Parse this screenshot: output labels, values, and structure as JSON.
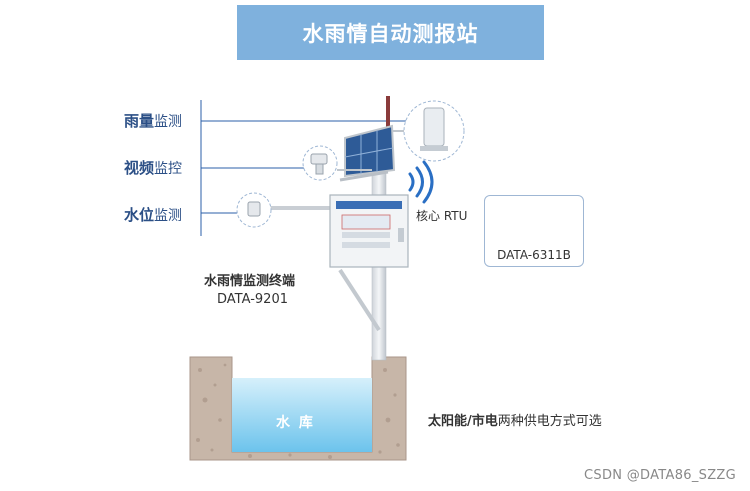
{
  "title": "水雨情自动测报站",
  "labels": {
    "rain": {
      "strong": "雨量",
      "rest": "监测"
    },
    "video": {
      "strong": "视频",
      "rest": "监控"
    },
    "water": {
      "strong": "水位",
      "rest": "监测"
    }
  },
  "rtu": {
    "caption": "核心 RTU",
    "model": "DATA-6311B"
  },
  "terminal": {
    "name": "水雨情监测终端",
    "model": "DATA-9201"
  },
  "reservoir": "水 库",
  "power": {
    "strong": "太阳能/市电",
    "rest": "两种供电方式可选"
  },
  "watermark": "CSDN @DATA86_SZZG",
  "colors": {
    "banner": "#7fb1dd",
    "label": "#2b4f86",
    "water": "#8fd0ef",
    "soil": "#c7b6a8",
    "wifi": "#2a6fc4"
  },
  "icons": [
    "solar-panel-icon",
    "rain-gauge-icon",
    "camera-icon",
    "water-level-sensor-icon",
    "wifi-signal-icon",
    "antenna-icon",
    "cabinet-icon",
    "rtu-device-icon"
  ]
}
